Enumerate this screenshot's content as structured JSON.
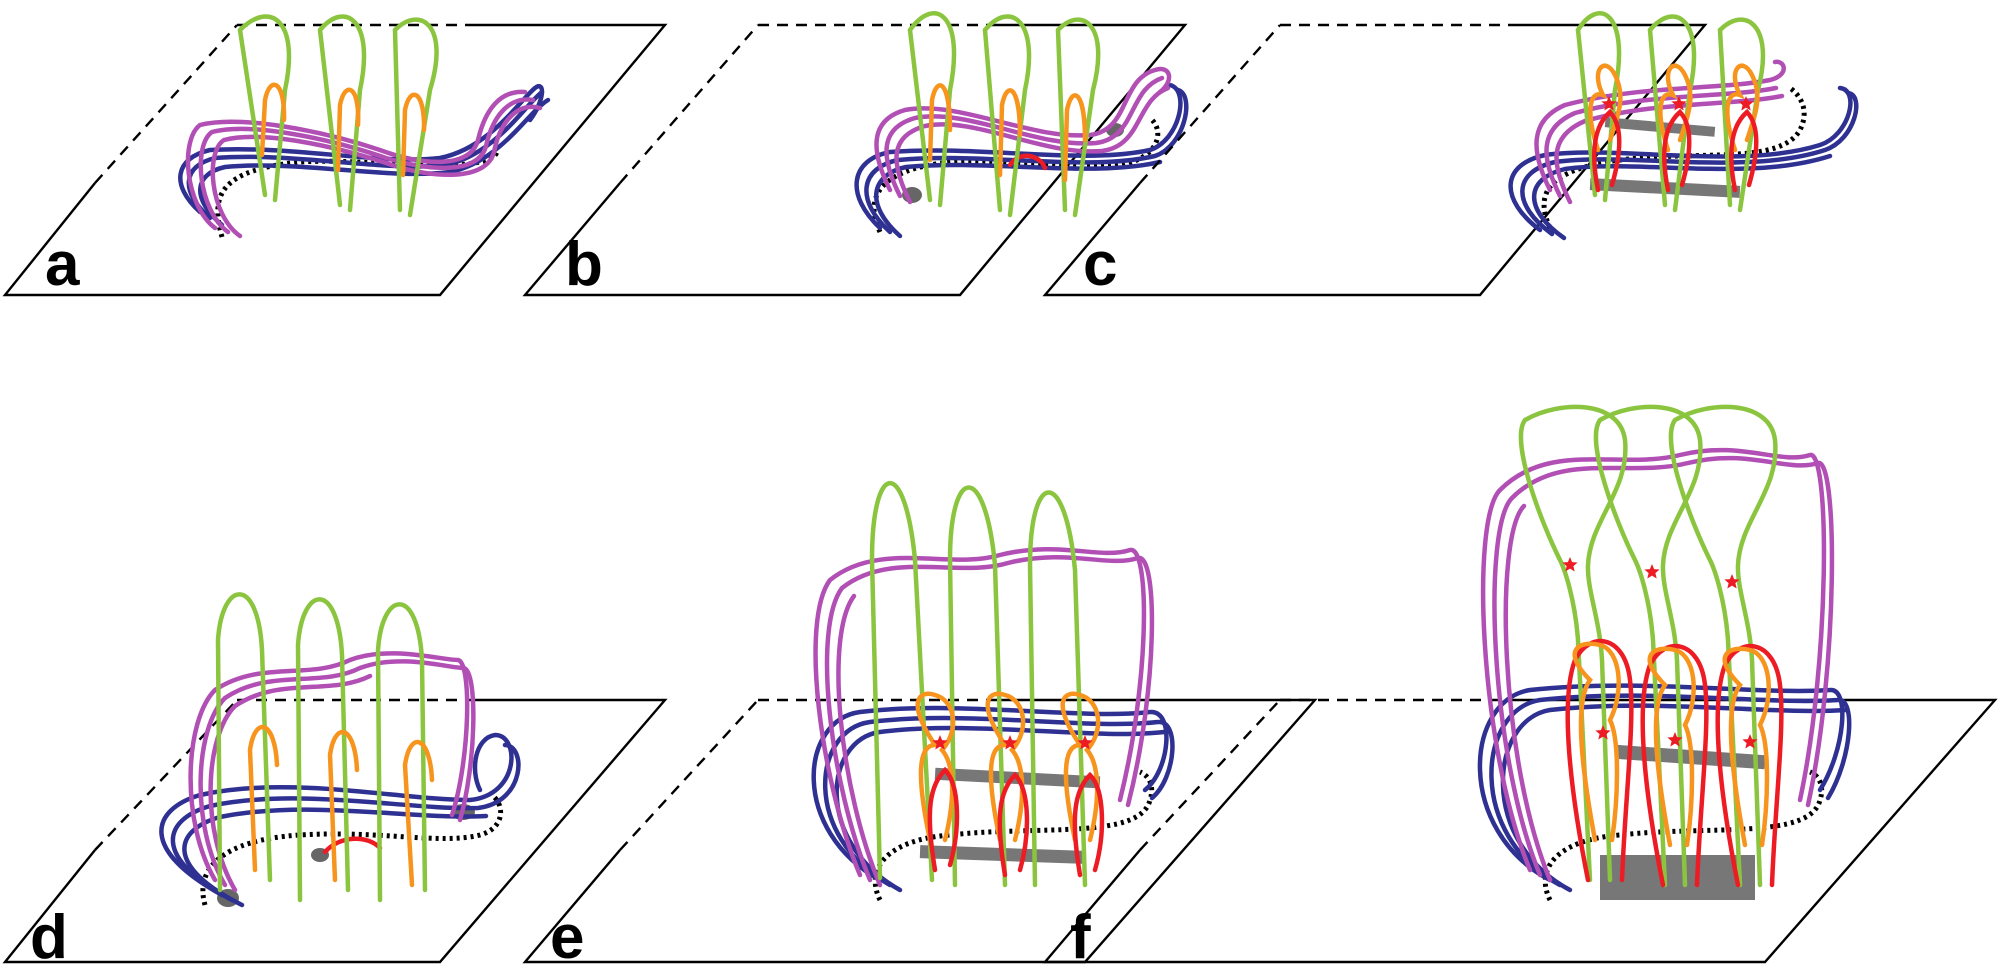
{
  "figure": {
    "panels": [
      {
        "id": "a",
        "label": "a"
      },
      {
        "id": "b",
        "label": "b"
      },
      {
        "id": "c",
        "label": "c"
      },
      {
        "id": "d",
        "label": "d"
      },
      {
        "id": "e",
        "label": "e"
      },
      {
        "id": "f",
        "label": "f"
      }
    ]
  },
  "colors": {
    "green": "#8bc53f",
    "orange": "#f7941d",
    "red": "#ed1c24",
    "purple": "#b14fb5",
    "blue": "#2e3192",
    "gray": "#777777",
    "black": "#000000"
  }
}
